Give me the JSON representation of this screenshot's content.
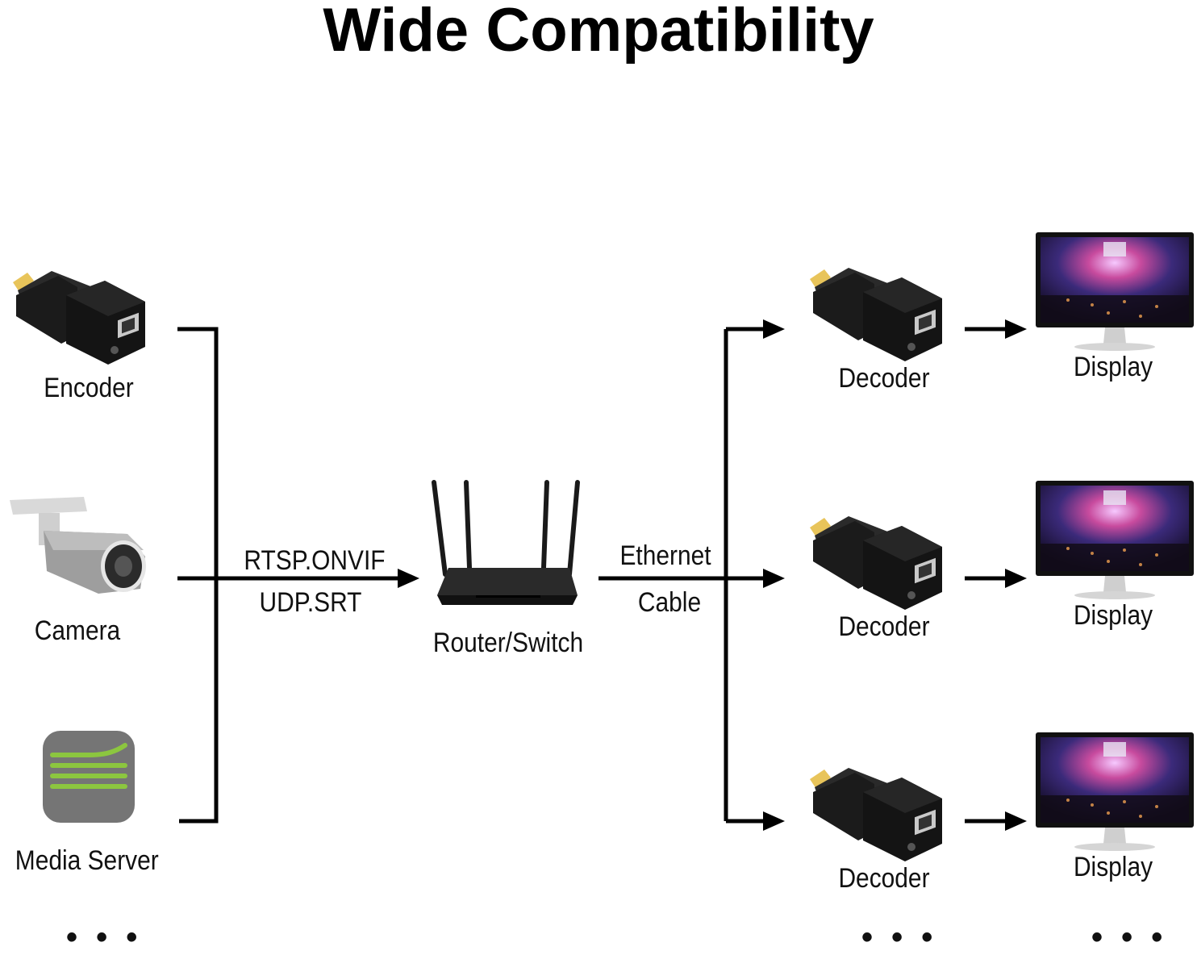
{
  "title": "Wide Compatibility",
  "sources": [
    {
      "label": "Encoder",
      "icon": "encoder-device-icon"
    },
    {
      "label": "Camera",
      "icon": "bullet-camera-icon"
    },
    {
      "label": "Media Server",
      "icon": "media-server-app-icon"
    }
  ],
  "sources_more": "• • •",
  "protocols": {
    "line1": "RTSP.ONVIF",
    "line2": "UDP.SRT"
  },
  "hub": {
    "label": "Router/Switch",
    "icon": "router-icon"
  },
  "link": {
    "line1": "Ethernet",
    "line2": "Cable"
  },
  "sinks": [
    {
      "decoder_label": "Decoder",
      "display_label": "Display"
    },
    {
      "decoder_label": "Decoder",
      "display_label": "Display"
    },
    {
      "decoder_label": "Decoder",
      "display_label": "Display"
    }
  ],
  "decoders_more": "• • •",
  "displays_more": "• • •",
  "colors": {
    "line": "#000000",
    "media_icon_bg": "#757575",
    "media_icon_lines": "#8cc63f",
    "hdmi_gold": "#e8c45a"
  }
}
